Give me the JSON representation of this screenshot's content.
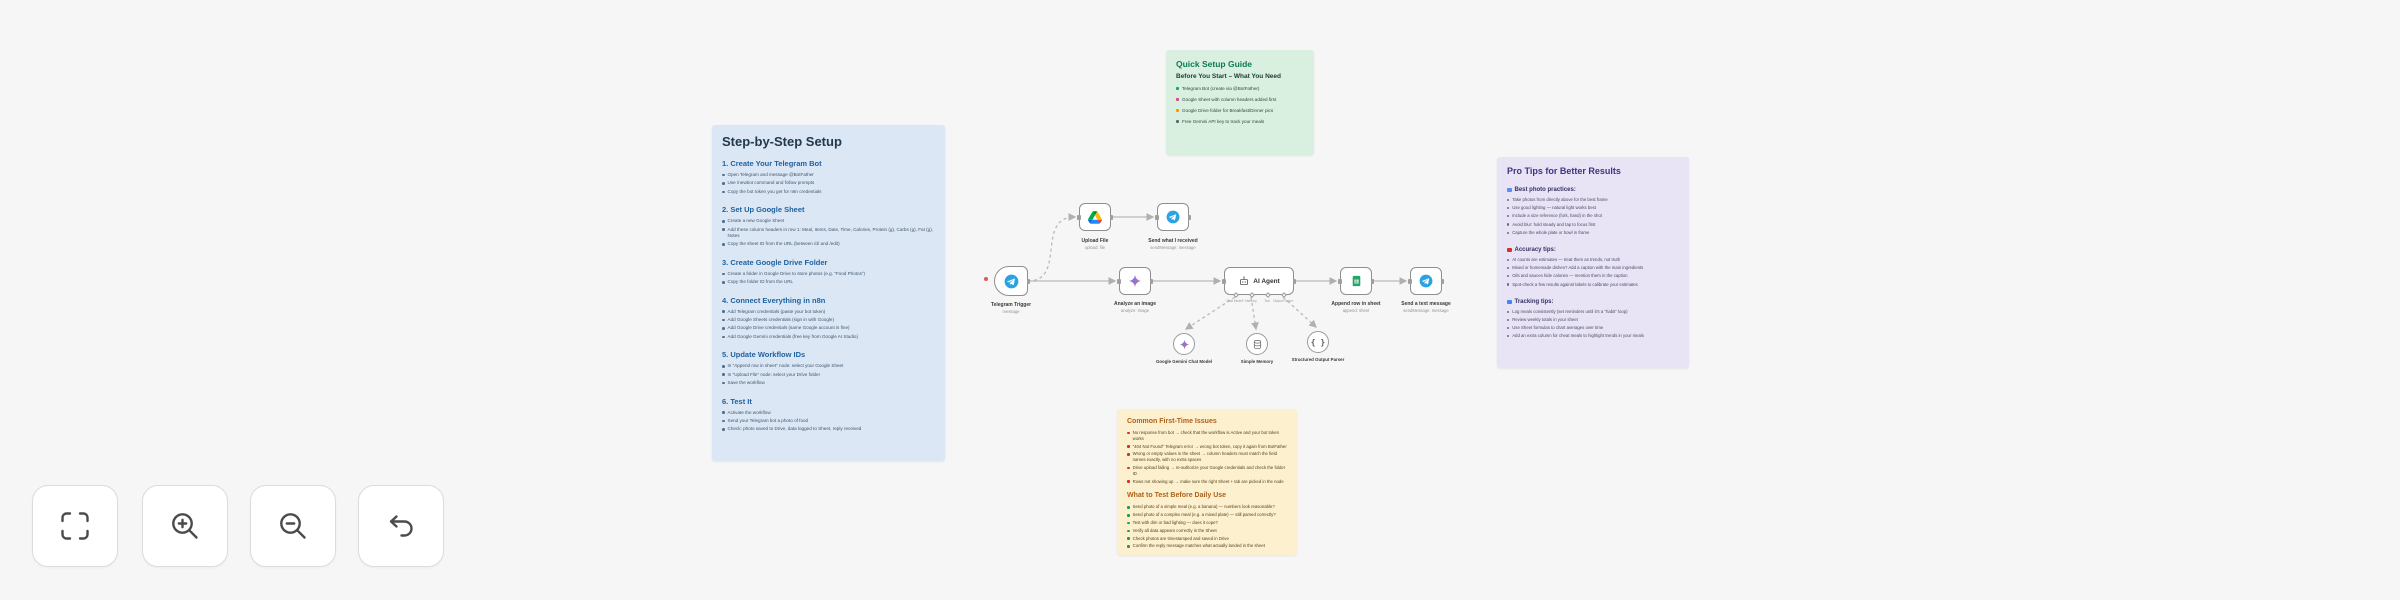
{
  "canvas": {
    "background": "#f6f6f6",
    "red_marker_color": "#e25950"
  },
  "stickies": {
    "setup": {
      "title": "Step-by-Step Setup",
      "sections": [
        {
          "heading": "1. Create Your Telegram Bot",
          "bullets": [
            "Open Telegram and message @BotFather",
            "Use /newbot command and follow prompts",
            "Copy the bot token you get for n8n credentials"
          ]
        },
        {
          "heading": "2. Set Up Google Sheet",
          "bullets": [
            "Create a new Google Sheet",
            "Add these column headers in row 1: Meal, Items, Date, Time, Calories, Protein (g), Carbs (g), Fat (g), Notes",
            "Copy the sheet ID from the URL (between /d/ and /edit)"
          ]
        },
        {
          "heading": "3. Create Google Drive Folder",
          "bullets": [
            "Create a folder in Google Drive to store photos (e.g. \"Food Photos\")",
            "Copy the folder ID from the URL"
          ]
        },
        {
          "heading": "4. Connect Everything in n8n",
          "bullets": [
            "Add Telegram credentials (paste your bot token)",
            "Add Google Sheets credentials (sign in with Google)",
            "Add Google Drive credentials (same Google account is fine)",
            "Add Google Gemini credentials (free key from Google AI Studio)"
          ]
        },
        {
          "heading": "5. Update Workflow IDs",
          "bullets": [
            "In \"Append row in sheet\" node: select your Google Sheet",
            "In \"Upload File\" node: select your Drive folder",
            "Save the workflow"
          ]
        },
        {
          "heading": "6. Test It",
          "bullets": [
            "Activate the workflow",
            "Send your Telegram bot a photo of food",
            "Check: photo saved to Drive, data logged to Sheet, reply received"
          ]
        }
      ]
    },
    "quick": {
      "title": "Quick Setup Guide",
      "subtitle": "Before You Start – What You Need",
      "bullets": [
        {
          "t": "Telegram Bot (create via @BotFather)",
          "c": "#18a558"
        },
        {
          "t": "Google Sheet with column headers added first",
          "c": "#e0457b"
        },
        {
          "t": "Google Drive folder for Breakfast/Dinner pics",
          "c": "#f29900"
        },
        {
          "t": "Free Gemini API key to track your meals",
          "c": "#5f6b7a"
        }
      ]
    },
    "protips": {
      "title": "Pro Tips for Better Results",
      "sections": [
        {
          "heading": "Best photo practices:",
          "icon_color": "#5b8def",
          "bullets": [
            "Take photos from directly above for the best frame",
            "Use good lighting — natural light works best",
            "Include a size reference (fork, hand) in the shot",
            "Avoid blur: hold steady and tap to focus first",
            "Capture the whole plate or bowl in frame"
          ]
        },
        {
          "heading": "Accuracy tips:",
          "icon_color": "#d93025",
          "bullets": [
            "AI counts are estimates — treat them as trends, not truth",
            "Mixed or homemade dishes? Add a caption with the main ingredients",
            "Oils and sauces hide calories — mention them in the caption",
            "Spot-check a few results against labels to calibrate your estimates"
          ]
        },
        {
          "heading": "Tracking tips:",
          "icon_color": "#4285f4",
          "bullets": [
            "Log meals consistently (set reminders until it's a \"habit\" loop)",
            "Review weekly totals in your sheet",
            "Use Sheet formulas to chart averages over time",
            "Add an extra column for cheat meals to highlight trends in your meals"
          ]
        }
      ]
    },
    "issues": {
      "title": "Common First-Time Issues",
      "bullets": [
        "No response from bot → check that the workflow is Active and your bot token works",
        "\"404 Not Found\" Telegram error → wrong bot token, copy it again from BotFather",
        "Wrong or empty values in the sheet → column headers must match the field names exactly, with no extra spaces",
        "Drive upload failing → re-authorize your Google credentials and check the folder ID",
        "Rows not showing up → make sure the right Sheet + tab are picked in the node"
      ],
      "title2": "What to Test Before Daily Use",
      "bullets2": [
        "Send photo of a simple meal (e.g. a banana) — numbers look reasonable?",
        "Send photo of a complex meal (e.g. a mixed plate) — still parsed correctly?",
        "Test with dim or bad lighting — does it cope?",
        "Verify all data appears correctly in the Sheet",
        "Check photos are timestamped and saved in Drive",
        "Confirm the reply message matches what actually landed in the sheet"
      ]
    }
  },
  "workflow": {
    "trigger": {
      "label": "Telegram Trigger",
      "sub": "message"
    },
    "upload": {
      "label": "Upload File",
      "sub": "upload: file"
    },
    "send_received": {
      "label": "Send what I received",
      "sub": "sendMessage: message"
    },
    "analyze": {
      "label": "Analyze an image",
      "sub": "analyze: image"
    },
    "agent": {
      "label": "AI Agent",
      "ports": [
        "Chat Model*",
        "Memory",
        "Tool",
        "Output Parser"
      ]
    },
    "append": {
      "label": "Append row in sheet",
      "sub": "append: sheet"
    },
    "send_confirm": {
      "label": "Send a text message",
      "sub": "sendMessage: message"
    },
    "gemini_model": {
      "label": "Google Gemini Chat Model"
    },
    "memory": {
      "label": "Simple Memory"
    },
    "parser": {
      "label": "Structured Output Parser"
    }
  },
  "toolbar": {
    "buttons": [
      "zoom-to-fit",
      "zoom-in",
      "zoom-out",
      "undo"
    ]
  }
}
